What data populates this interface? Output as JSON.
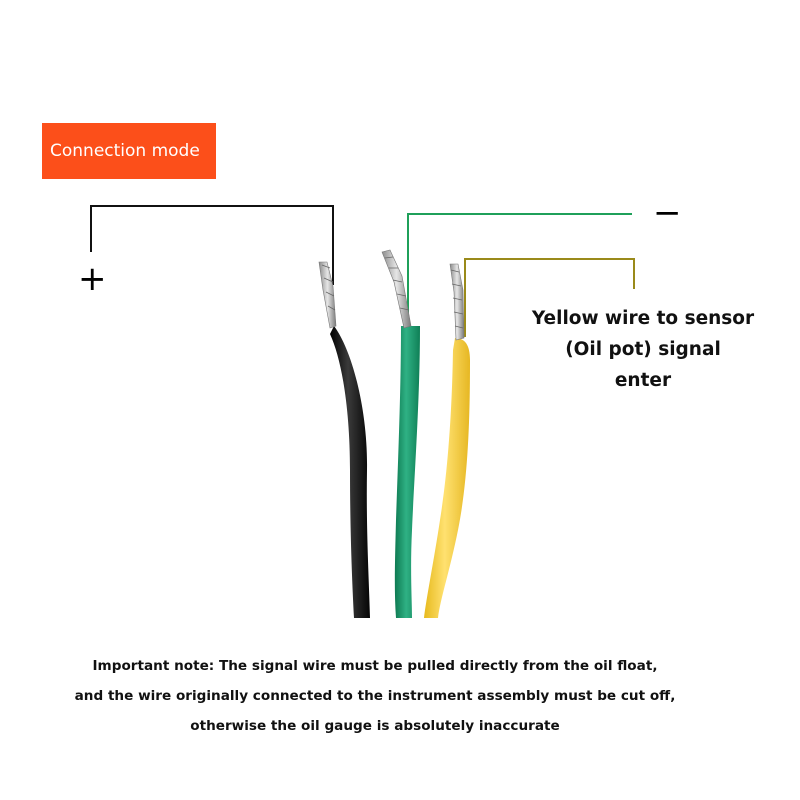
{
  "header": {
    "title": "Connection mode"
  },
  "labels": {
    "positive": "+",
    "negative": "−",
    "sensor_line1": "Yellow wire to sensor",
    "sensor_line2": "(Oil pot) signal",
    "sensor_line3": "enter"
  },
  "note": {
    "line1": "Important note: The signal wire must be pulled directly from the oil float,",
    "line2": "and the wire originally connected to the instrument assembly must be cut off,",
    "line3": "otherwise the oil gauge is absolutely inaccurate"
  },
  "colors": {
    "header_bg": "#fc4f1a",
    "black_wire": "#1a1a1a",
    "green_wire": "#1f9b6e",
    "yellow_wire": "#f2cf3c",
    "green_lead": "#1fa05a",
    "yellow_lead": "#9a8a1a"
  },
  "wires": [
    {
      "name": "black-wire",
      "color": "black",
      "connects_to": "+"
    },
    {
      "name": "green-wire",
      "color": "green",
      "connects_to": "−"
    },
    {
      "name": "yellow-wire",
      "color": "yellow",
      "connects_to": "sensor signal"
    }
  ]
}
